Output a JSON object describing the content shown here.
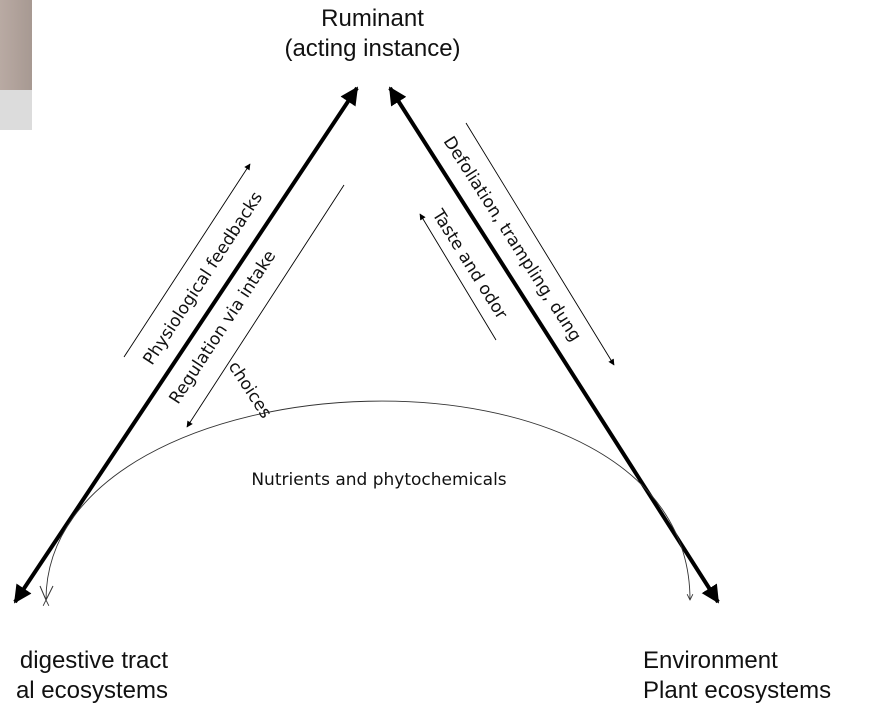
{
  "nodes": {
    "top": {
      "line1": "Ruminant",
      "line2": "(acting instance)"
    },
    "left": {
      "line1": "digestive tract",
      "line2": "al ecosystems"
    },
    "right": {
      "line1": "Environment",
      "line2": "Plant ecosystems"
    }
  },
  "edges": {
    "physiological_feedbacks": "Physiological feedbacks",
    "regulation_line1": "Regulation via intake",
    "regulation_line2": "choices",
    "defoliation": "Defoliation, trampling, dung",
    "taste_odor": "Taste and odor",
    "nutrients": "Nutrients and phytochemicals"
  }
}
